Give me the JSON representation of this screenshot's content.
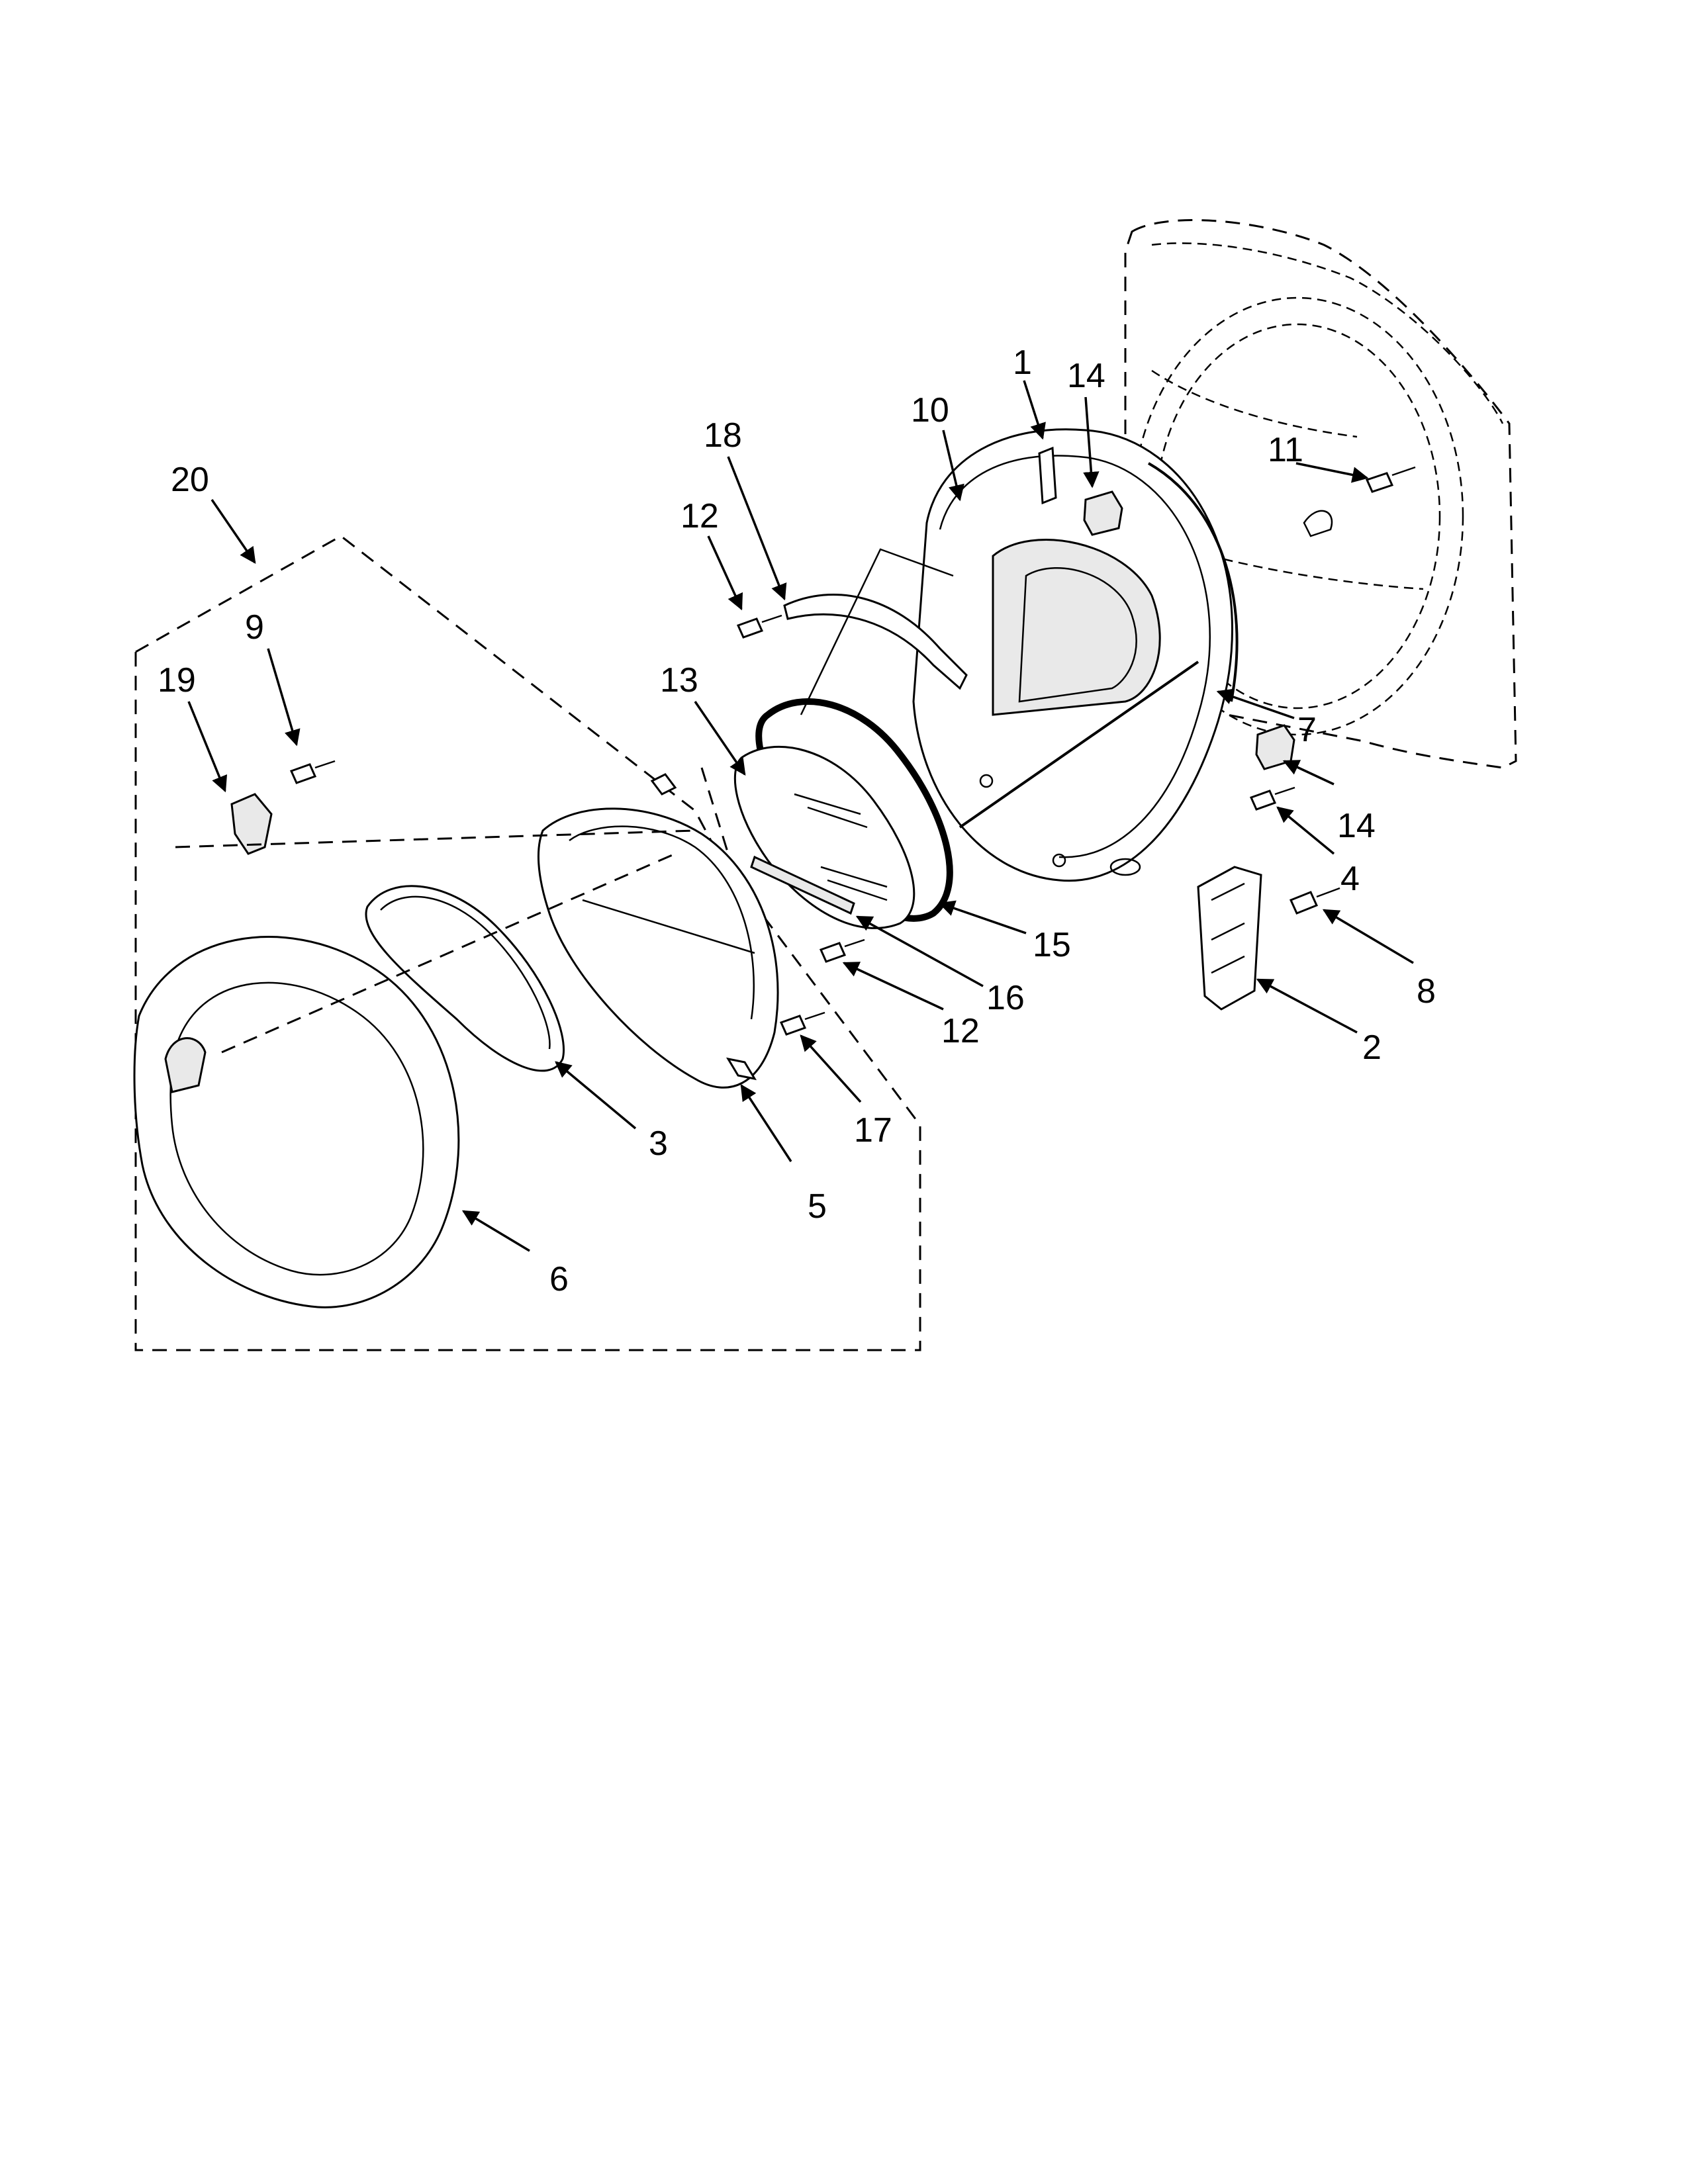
{
  "callouts": {
    "c1": "1",
    "c2": "2",
    "c3": "3",
    "c4": "4",
    "c5": "5",
    "c6": "6",
    "c7": "7",
    "c8": "8",
    "c9": "9",
    "c10": "10",
    "c11": "11",
    "c12a": "12",
    "c12b": "12",
    "c13": "13",
    "c14a": "14",
    "c14b": "14",
    "c15": "15",
    "c16": "16",
    "c17": "17",
    "c18": "18",
    "c19": "19",
    "c20": "20"
  },
  "colors": {
    "line": "#000000",
    "background": "#ffffff",
    "part_fill": "#e9e9e9"
  }
}
